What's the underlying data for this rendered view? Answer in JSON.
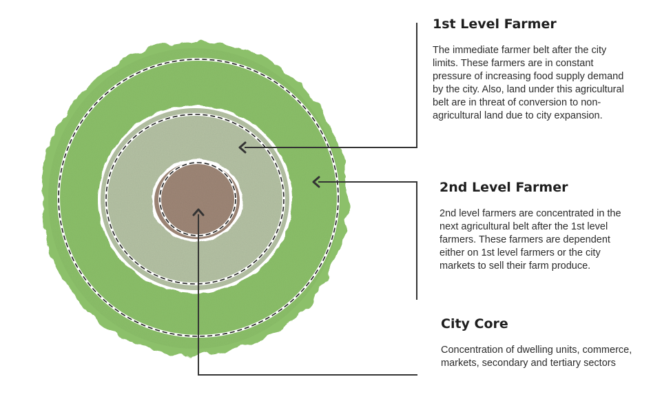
{
  "labels": {
    "first_level": {
      "title": "1st Level Farmer",
      "description": "The immediate farmer belt after the city limits. These farmers are in constant pressure of increasing food supply demand by the city. Also, land under this agricultural belt are in threat of conversion to non-agricultural land due to city expansion."
    },
    "second_level": {
      "title": "2nd Level Farmer",
      "description": "2nd level farmers are concentrated in the next agricultural belt after the 1st level farmers. These farmers are dependent either on 1st level farmers or the city markets to sell their farm produce."
    },
    "city_core": {
      "title": "City Core",
      "description": "Concentration of dwelling units, commerce, markets, secondary and tertiary sectors"
    }
  },
  "colors": {
    "outer_ring": "#8cc06a",
    "middle_ring": "#b7c4a6",
    "core": "#a08878",
    "leader_line": "#333333"
  }
}
